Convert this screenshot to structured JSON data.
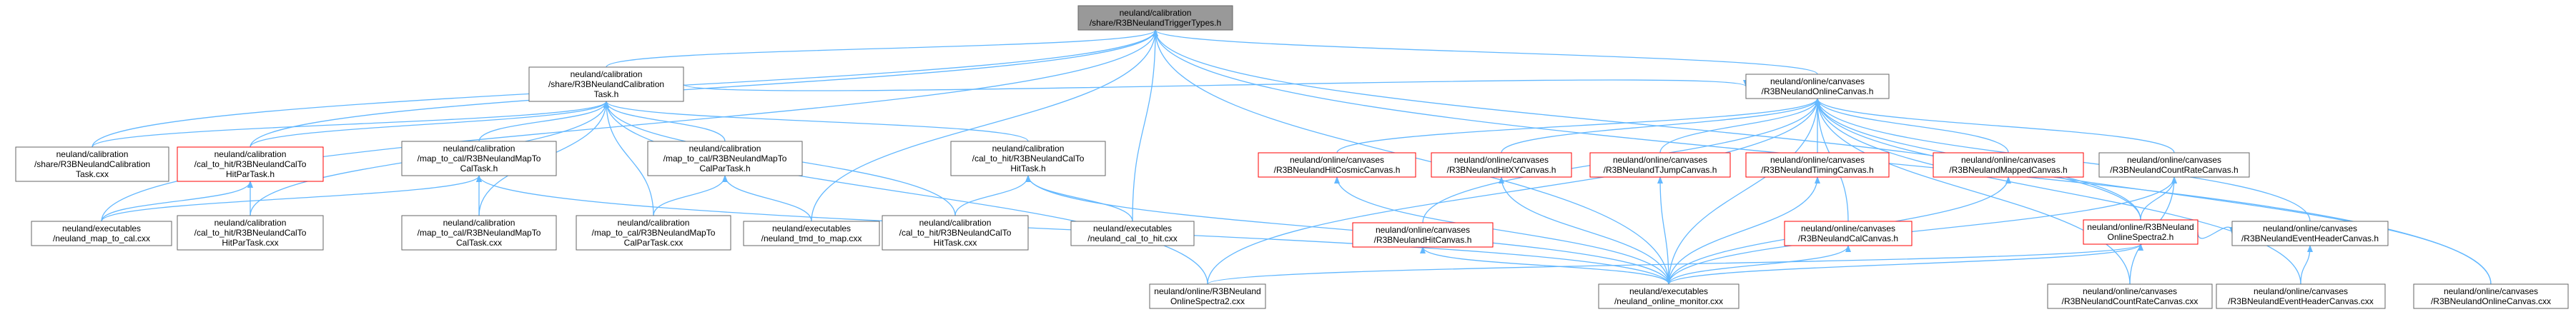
{
  "colors": {
    "edge": "#63b8ff",
    "node_fill": "#ffffff",
    "node_border": "#666666",
    "node_border_red": "#ff0000",
    "root_fill": "#999999",
    "root_border": "#666666",
    "text": "#000000"
  },
  "nodes": [
    {
      "id": "root",
      "style": "root",
      "lines": [
        "neuland/calibration",
        "/share/R3BNeulandTriggerTypes.h"
      ]
    },
    {
      "id": "calibTask",
      "style": "normal",
      "lines": [
        "neuland/calibration",
        "/share/R3BNeulandCalibration",
        "Task.h"
      ]
    },
    {
      "id": "onlineCanvas",
      "style": "normal",
      "lines": [
        "neuland/online/canvases",
        "/R3BNeulandOnlineCanvas.h"
      ]
    },
    {
      "id": "calibTaskCxx",
      "style": "normal",
      "lines": [
        "neuland/calibration",
        "/share/R3BNeulandCalibration",
        "Task.cxx"
      ]
    },
    {
      "id": "hitParTask",
      "style": "red",
      "lines": [
        "neuland/calibration",
        "/cal_to_hit/R3BNeulandCalTo",
        "HitParTask.h"
      ]
    },
    {
      "id": "mapToCalTask",
      "style": "normal",
      "lines": [
        "neuland/calibration",
        "/map_to_cal/R3BNeulandMapTo",
        "CalTask.h"
      ]
    },
    {
      "id": "mapToCalParTask",
      "style": "normal",
      "lines": [
        "neuland/calibration",
        "/map_to_cal/R3BNeulandMapTo",
        "CalParTask.h"
      ]
    },
    {
      "id": "calToHitTask",
      "style": "normal",
      "lines": [
        "neuland/calibration",
        "/cal_to_hit/R3BNeulandCalTo",
        "HitTask.h"
      ]
    },
    {
      "id": "cosmicCanvas",
      "style": "red",
      "lines": [
        "neuland/online/canvases",
        "/R3BNeulandHitCosmicCanvas.h"
      ]
    },
    {
      "id": "hitXYCanvas",
      "style": "red",
      "lines": [
        "neuland/online/canvases",
        "/R3BNeulandHitXYCanvas.h"
      ]
    },
    {
      "id": "tJumpCanvas",
      "style": "red",
      "lines": [
        "neuland/online/canvases",
        "/R3BNeulandTJumpCanvas.h"
      ]
    },
    {
      "id": "timingCanvas",
      "style": "red",
      "lines": [
        "neuland/online/canvases",
        "/R3BNeulandTimingCanvas.h"
      ]
    },
    {
      "id": "mappedCanvas",
      "style": "red",
      "lines": [
        "neuland/online/canvases",
        "/R3BNeulandMappedCanvas.h"
      ]
    },
    {
      "id": "countRateCanvas",
      "style": "normal",
      "lines": [
        "neuland/online/canvases",
        "/R3BNeulandCountRateCanvas.h"
      ]
    },
    {
      "id": "mapToCalCxx",
      "style": "normal",
      "lines": [
        "neuland/executables",
        "/neuland_map_to_cal.cxx"
      ]
    },
    {
      "id": "hitParTaskCxx",
      "style": "normal",
      "lines": [
        "neuland/calibration",
        "/cal_to_hit/R3BNeulandCalTo",
        "HitParTask.cxx"
      ]
    },
    {
      "id": "mapToCalTaskCxx",
      "style": "normal",
      "lines": [
        "neuland/calibration",
        "/map_to_cal/R3BNeulandMapTo",
        "CalTask.cxx"
      ]
    },
    {
      "id": "mapToCalParTaskCxx",
      "style": "normal",
      "lines": [
        "neuland/calibration",
        "/map_to_cal/R3BNeulandMapTo",
        "CalParTask.cxx"
      ]
    },
    {
      "id": "tmdToMapCxx",
      "style": "normal",
      "lines": [
        "neuland/executables",
        "/neuland_tmd_to_map.cxx"
      ]
    },
    {
      "id": "calToHitTaskCxx",
      "style": "normal",
      "lines": [
        "neuland/calibration",
        "/cal_to_hit/R3BNeulandCalTo",
        "HitTask.cxx"
      ]
    },
    {
      "id": "calToHitCxx",
      "style": "normal",
      "lines": [
        "neuland/executables",
        "/neuland_cal_to_hit.cxx"
      ]
    },
    {
      "id": "hitCanvas",
      "style": "red",
      "lines": [
        "neuland/online/canvases",
        "/R3BNeulandHitCanvas.h"
      ]
    },
    {
      "id": "calCanvas",
      "style": "red",
      "lines": [
        "neuland/online/canvases",
        "/R3BNeulandCalCanvas.h"
      ]
    },
    {
      "id": "spectra2h",
      "style": "red",
      "lines": [
        "neuland/online/R3BNeuland",
        "OnlineSpectra2.h"
      ]
    },
    {
      "id": "eventHeaderCanvas",
      "style": "normal",
      "lines": [
        "neuland/online/canvases",
        "/R3BNeulandEventHeaderCanvas.h"
      ]
    },
    {
      "id": "spectra2cxx",
      "style": "normal",
      "lines": [
        "neuland/online/R3BNeuland",
        "OnlineSpectra2.cxx"
      ]
    },
    {
      "id": "onlineMonitorCxx",
      "style": "normal",
      "lines": [
        "neuland/executables",
        "/neuland_online_monitor.cxx"
      ]
    },
    {
      "id": "countRateCanvasCxx",
      "style": "normal",
      "lines": [
        "neuland/online/canvases",
        "/R3BNeulandCountRateCanvas.cxx"
      ]
    },
    {
      "id": "eventHeaderCanvasCxx",
      "style": "normal",
      "lines": [
        "neuland/online/canvases",
        "/R3BNeulandEventHeaderCanvas.cxx"
      ]
    },
    {
      "id": "onlineCanvasCxx",
      "style": "normal",
      "lines": [
        "neuland/online/canvases",
        "/R3BNeulandOnlineCanvas.cxx"
      ]
    }
  ],
  "edges": [
    [
      "calibTask",
      "root"
    ],
    [
      "onlineCanvas",
      "root"
    ],
    [
      "calibTaskCxx",
      "root"
    ],
    [
      "hitParTask",
      "root"
    ],
    [
      "mapToCalCxx",
      "root"
    ],
    [
      "tmdToMapCxx",
      "root"
    ],
    [
      "calToHitCxx",
      "root"
    ],
    [
      "onlineMonitorCxx",
      "root"
    ],
    [
      "spectra2h",
      "root"
    ],
    [
      "onlineCanvasCxx",
      "root"
    ],
    [
      "calibTaskCxx",
      "calibTask"
    ],
    [
      "hitParTask",
      "calibTask"
    ],
    [
      "mapToCalTask",
      "calibTask"
    ],
    [
      "mapToCalParTask",
      "calibTask"
    ],
    [
      "calToHitTask",
      "calibTask"
    ],
    [
      "hitParTaskCxx",
      "calibTask"
    ],
    [
      "mapToCalTaskCxx",
      "calibTask"
    ],
    [
      "mapToCalParTaskCxx",
      "calibTask"
    ],
    [
      "calToHitTaskCxx",
      "calibTask"
    ],
    [
      "spectra2cxx",
      "calibTask"
    ],
    [
      "mapToCalCxx",
      "hitParTask"
    ],
    [
      "hitParTaskCxx",
      "hitParTask"
    ],
    [
      "mapToCalCxx",
      "mapToCalTask"
    ],
    [
      "mapToCalTaskCxx",
      "mapToCalTask"
    ],
    [
      "onlineMonitorCxx",
      "mapToCalTask"
    ],
    [
      "mapToCalParTaskCxx",
      "mapToCalParTask"
    ],
    [
      "tmdToMapCxx",
      "mapToCalParTask"
    ],
    [
      "calToHitTaskCxx",
      "calToHitTask"
    ],
    [
      "calToHitCxx",
      "calToHitTask"
    ],
    [
      "onlineMonitorCxx",
      "calToHitTask"
    ],
    [
      "calibTask",
      "onlineCanvas"
    ],
    [
      "cosmicCanvas",
      "onlineCanvas"
    ],
    [
      "hitXYCanvas",
      "onlineCanvas"
    ],
    [
      "tJumpCanvas",
      "onlineCanvas"
    ],
    [
      "timingCanvas",
      "onlineCanvas"
    ],
    [
      "mappedCanvas",
      "onlineCanvas"
    ],
    [
      "countRateCanvas",
      "onlineCanvas"
    ],
    [
      "hitCanvas",
      "onlineCanvas"
    ],
    [
      "calCanvas",
      "onlineCanvas"
    ],
    [
      "spectra2h",
      "onlineCanvas"
    ],
    [
      "eventHeaderCanvas",
      "onlineCanvas"
    ],
    [
      "spectra2cxx",
      "onlineCanvas"
    ],
    [
      "onlineMonitorCxx",
      "onlineCanvas"
    ],
    [
      "countRateCanvasCxx",
      "onlineCanvas"
    ],
    [
      "eventHeaderCanvasCxx",
      "onlineCanvas"
    ],
    [
      "onlineCanvasCxx",
      "onlineCanvas"
    ],
    [
      "onlineMonitorCxx",
      "cosmicCanvas"
    ],
    [
      "onlineMonitorCxx",
      "hitXYCanvas"
    ],
    [
      "onlineMonitorCxx",
      "tJumpCanvas"
    ],
    [
      "onlineMonitorCxx",
      "timingCanvas"
    ],
    [
      "onlineMonitorCxx",
      "mappedCanvas"
    ],
    [
      "spectra2h",
      "countRateCanvas"
    ],
    [
      "countRateCanvasCxx",
      "countRateCanvas"
    ],
    [
      "onlineMonitorCxx",
      "countRateCanvas"
    ],
    [
      "onlineMonitorCxx",
      "hitCanvas"
    ],
    [
      "onlineMonitorCxx",
      "calCanvas"
    ],
    [
      "spectra2cxx",
      "spectra2h"
    ],
    [
      "onlineMonitorCxx",
      "spectra2h"
    ],
    [
      "spectra2h",
      "eventHeaderCanvas"
    ],
    [
      "eventHeaderCanvasCxx",
      "eventHeaderCanvas"
    ]
  ]
}
